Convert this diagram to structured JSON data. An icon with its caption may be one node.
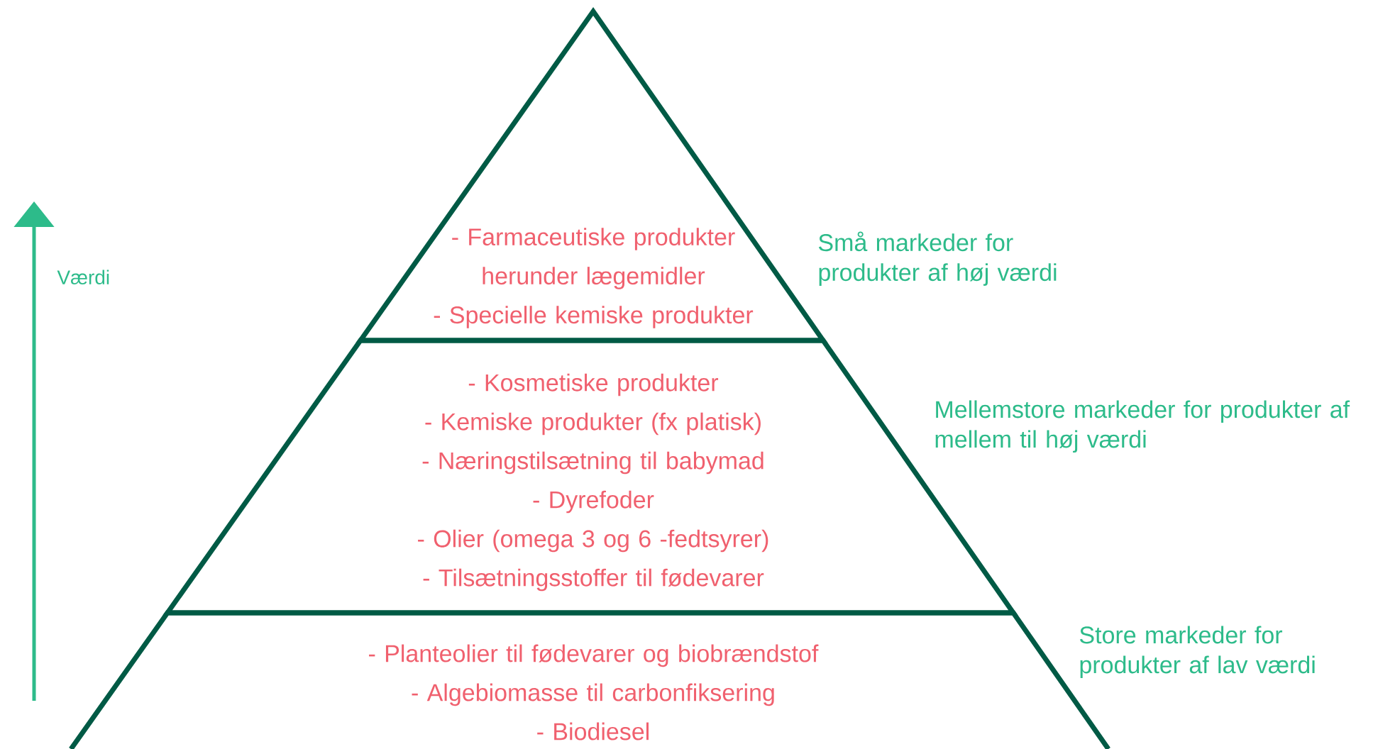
{
  "diagram": {
    "nodes": [
      {
        "text": [
          "- Farmaceutiske produkter herunder lægemidler",
          "- Specielle kemiske produkter"
        ]
      },
      {
        "text": [
          "- Kosmetiske produkter",
          "- Kemiske produkter (fx platisk)",
          "- Næringstilsætning til babymad",
          "- Dyrefoder",
          "- Olier (omega 3 og 6 -fedtsyrer)",
          "- Tilsætningsstoffer til fødevarer"
        ]
      },
      {
        "text": [
          "- Planteolier til fødevarer og biobrændstof",
          "- Algebiomasse til carbonfiksering",
          "- Biodiesel"
        ]
      }
    ],
    "labels": [
      "Små markeder for produkter af høj værdi",
      "Værdi",
      "Mellemstore markeder for produkter af mellem til høj værdi",
      "Store markeder for produkter af lav værdi"
    ]
  }
}
